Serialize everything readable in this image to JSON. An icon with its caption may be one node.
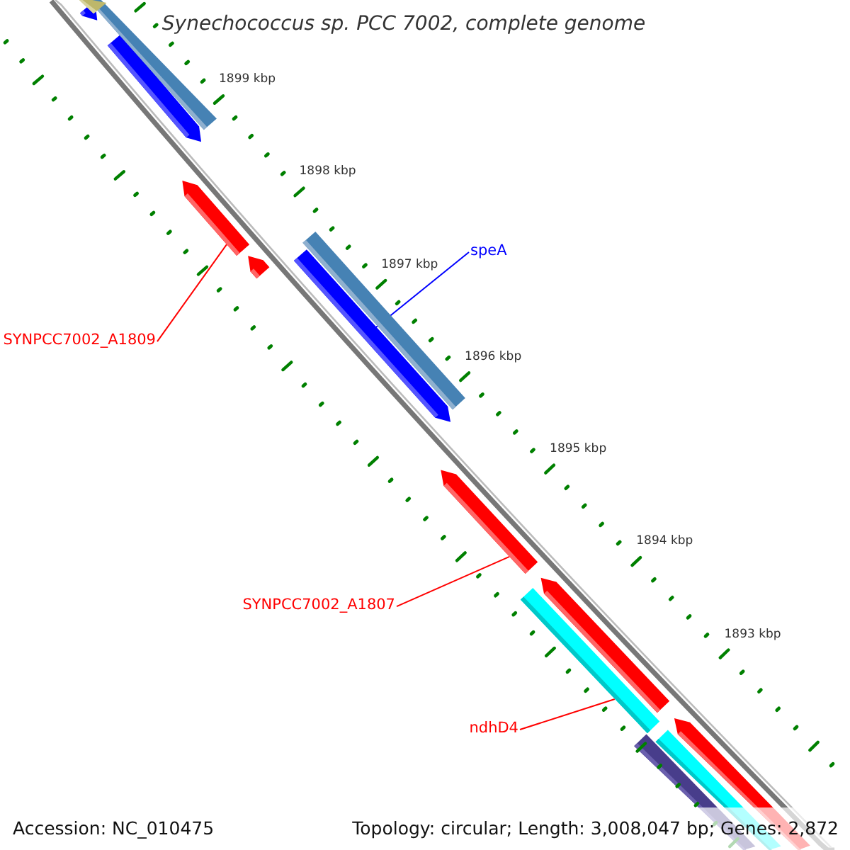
{
  "diagram": {
    "title": "Synechococcus sp. PCC 7002, complete genome",
    "nodes": [
      {
        "text": [
          "speA"
        ]
      },
      {
        "text": [],
        "shape": "bar"
      },
      {
        "text": [
          "SYNPCC7002_A1809"
        ]
      },
      {
        "text": [],
        "shape": "bar"
      },
      {
        "text": [
          "SYNPCC7002_A1807"
        ]
      },
      {
        "text": [],
        "shape": "bar"
      },
      {
        "text": [
          "ndhD4"
        ]
      },
      {
        "text": [],
        "shape": "bar"
      }
    ],
    "edges": [
      {
        "from": 0,
        "to": 1,
        "arrow": "none",
        "color": "#0000ff"
      },
      {
        "from": 2,
        "to": 3,
        "arrow": "none"
      },
      {
        "from": 4,
        "to": 5,
        "arrow": "none"
      },
      {
        "from": 6,
        "to": 7,
        "arrow": "none"
      }
    ],
    "labels": [
      "1899 kbp",
      "1898 kbp",
      "1897 kbp",
      "1896 kbp",
      "1895 kbp",
      "1894 kbp",
      "1893 kbp",
      "Accession: NC_010475",
      "Topology: circular; Length: 3,008,047 bp; Genes: 2,872"
    ]
  }
}
